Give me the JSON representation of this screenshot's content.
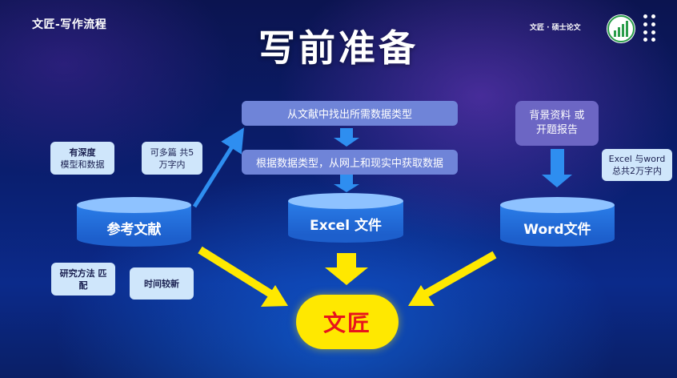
{
  "header": {
    "deck_title": "文匠-写作流程",
    "slide_title": "写前准备",
    "brand_text": "文匠 · 硕士论文"
  },
  "sources": {
    "references": {
      "label": "参考文献",
      "notes": [
        {
          "title": "有深度",
          "text": "模型和数据"
        },
        {
          "title": "",
          "text": "可多篇 共5万字内"
        },
        {
          "title": "",
          "text": "研究方法 匹配"
        },
        {
          "title": "",
          "text": "时间较新"
        }
      ]
    },
    "excel": {
      "label": "Excel 文件",
      "steps": [
        "从文献中找出所需数据类型",
        "根据数据类型，从网上和现实中获取数据"
      ]
    },
    "word": {
      "label": "Word文件",
      "input": "背景资料 或开题报告",
      "note": "Excel 与word 总共2万字内"
    }
  },
  "target": {
    "label": "文匠"
  },
  "colors": {
    "arrow_yellow": "#ffe800",
    "arrow_blue": "#2e8ef0",
    "cylinder": "#2a7de8"
  }
}
